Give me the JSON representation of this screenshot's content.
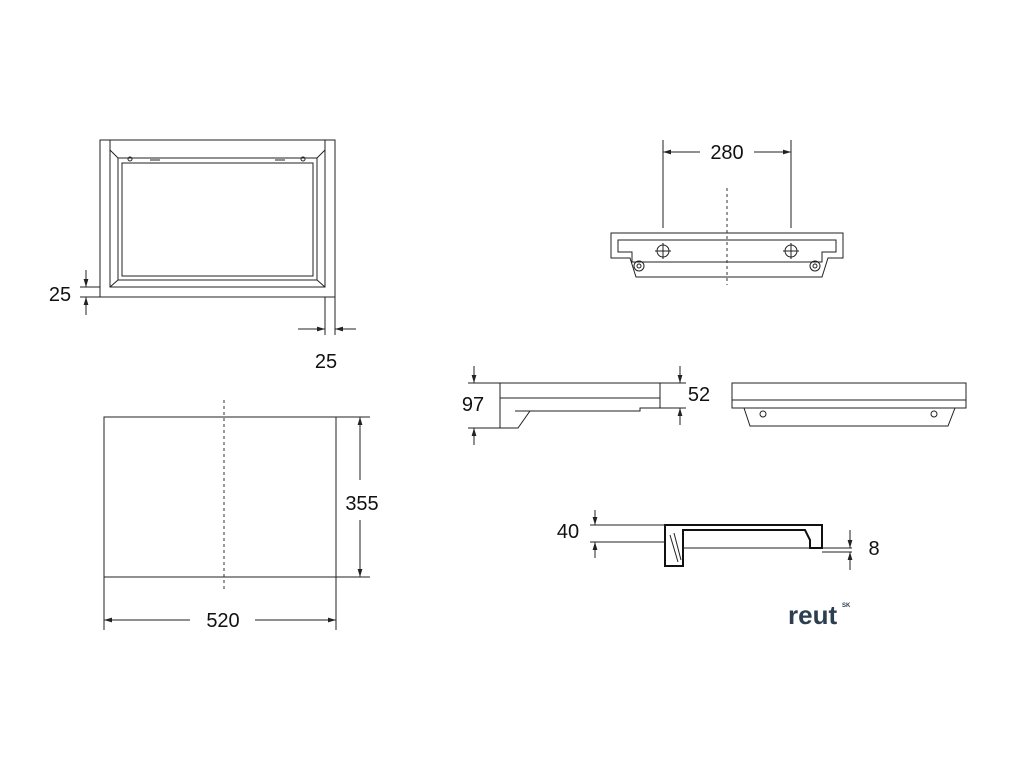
{
  "dimensions": {
    "top_left_wall_vertical": "25",
    "top_left_wall_horizontal": "25",
    "plan_depth": "355",
    "plan_width": "520",
    "hole_spacing": "280",
    "side_height": "97",
    "front_thickness": "52",
    "section_depth": "40",
    "section_rim": "8"
  },
  "brand": {
    "name": "reut",
    "superscript": "SK"
  },
  "colors": {
    "line": "#222222",
    "brand": "#2c3e50"
  }
}
